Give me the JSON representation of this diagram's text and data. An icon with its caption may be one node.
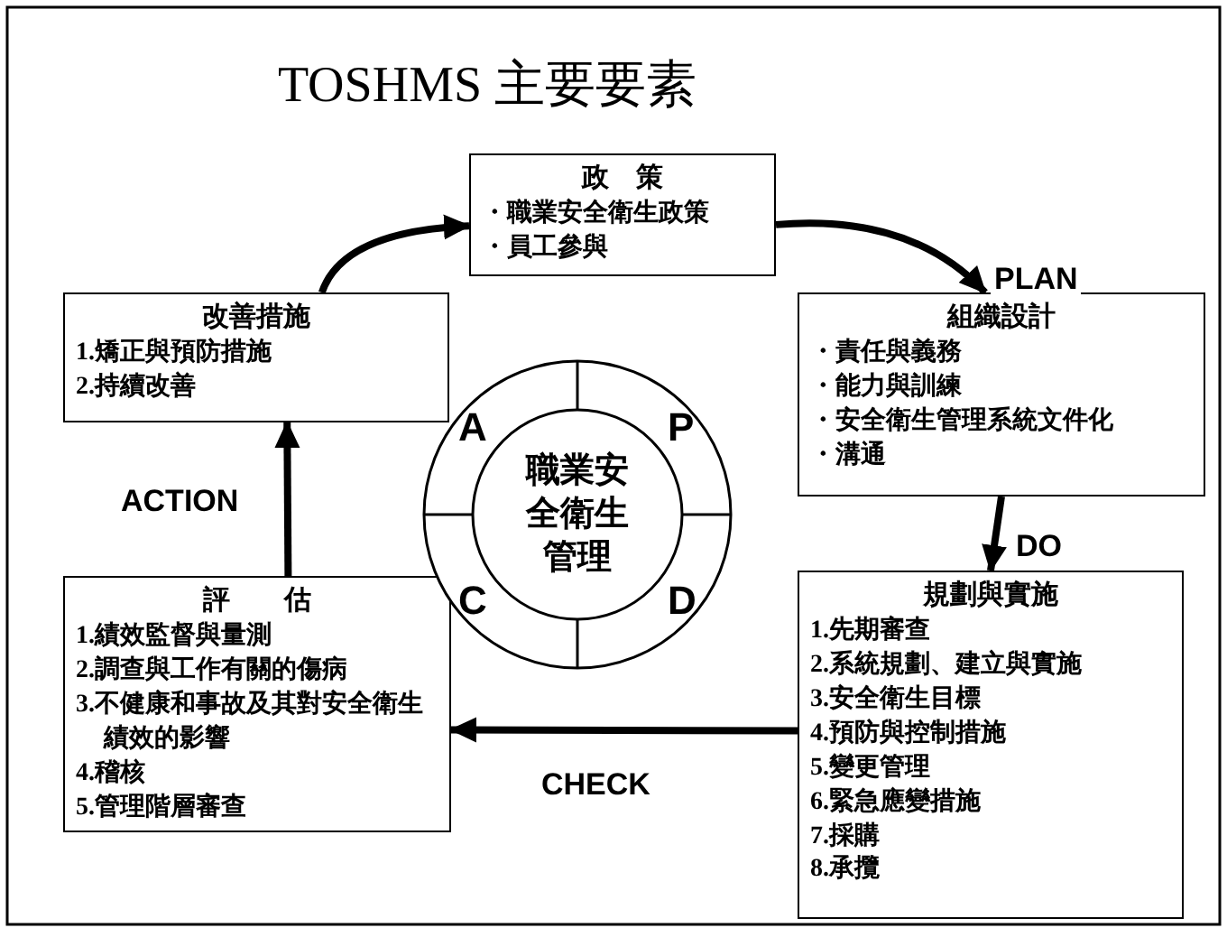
{
  "diagram": {
    "title": "TOSHMS 主要要素",
    "nodes": [
      {
        "text": [
          "政　策",
          "・職業安全衛生政策",
          "・員工參與"
        ]
      },
      {
        "text": [
          "組織設計",
          "・責任與義務",
          "・能力與訓練",
          "・安全衛生管理系統文件化",
          "・溝通"
        ]
      },
      {
        "text": [
          "規劃與實施",
          "1.先期審查",
          "2.系統規劃、建立與實施",
          "3.安全衛生目標",
          "4.預防與控制措施",
          "5.變更管理",
          "6.緊急應變措施",
          "7.採購",
          "8.承攬"
        ]
      },
      {
        "text": [
          "評　　估",
          "1.績效監督與量測",
          "2.調查與工作有關的傷病",
          "3.不健康和事故及其對安全衛生績效的影響",
          "4.稽核",
          "5.管理階層審查"
        ]
      },
      {
        "text": [
          "改善措施",
          "1.矯正與預防措施",
          "2.持續改善"
        ]
      },
      {
        "text": [
          "職業安全衛生管理"
        ]
      }
    ],
    "edges": [
      {
        "from": 4,
        "to": 0,
        "arrow": "to"
      },
      {
        "from": 0,
        "to": 1,
        "arrow": "to",
        "label": "PLAN"
      },
      {
        "from": 1,
        "to": 2,
        "arrow": "to",
        "label": "DO"
      },
      {
        "from": 2,
        "to": 3,
        "arrow": "to",
        "label": "CHECK"
      },
      {
        "from": 3,
        "to": 4,
        "arrow": "to",
        "label": "ACTION"
      }
    ],
    "labels": [
      "A",
      "P",
      "C",
      "D"
    ]
  }
}
